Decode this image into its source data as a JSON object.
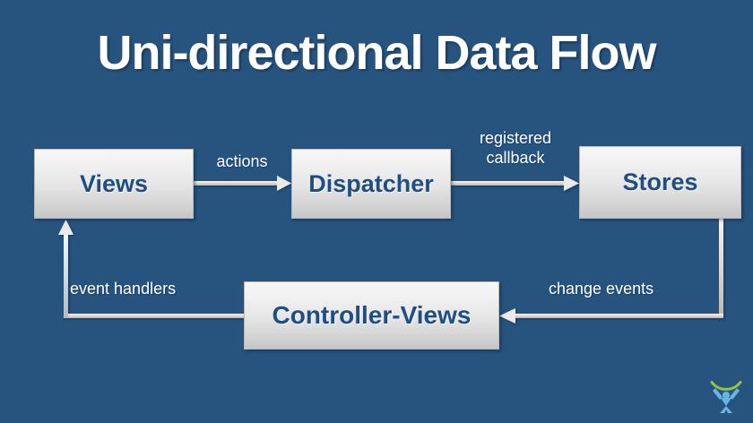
{
  "slide": {
    "title": "Uni-directional Data Flow",
    "background_color": "#27537f",
    "title_color": "#ffffff"
  },
  "diagram": {
    "type": "flow-diagram",
    "node_fill_top": "#f6f6f6",
    "node_fill_bottom": "#c6c6c6",
    "node_text_color": "#1f4f82",
    "connector_color": "#e8e8e8",
    "nodes": [
      {
        "id": "views",
        "label": "Views"
      },
      {
        "id": "dispatcher",
        "label": "Dispatcher"
      },
      {
        "id": "stores",
        "label": "Stores"
      },
      {
        "id": "controller",
        "label": "Controller-Views"
      }
    ],
    "edges": [
      {
        "id": "views-to-dispatcher",
        "from": "views",
        "to": "dispatcher",
        "label": "actions"
      },
      {
        "id": "dispatcher-to-stores",
        "from": "dispatcher",
        "to": "stores",
        "label": "registered\ncallback",
        "label_line1": "registered",
        "label_line2": "callback"
      },
      {
        "id": "stores-to-controller",
        "from": "stores",
        "to": "controller",
        "label": "change events"
      },
      {
        "id": "controller-to-views",
        "from": "controller",
        "to": "views",
        "label": "event handlers"
      }
    ]
  },
  "logo": {
    "name": "person-with-arc-logo",
    "figure_color": "#6ab4de",
    "arc_color": "#93c83e"
  }
}
